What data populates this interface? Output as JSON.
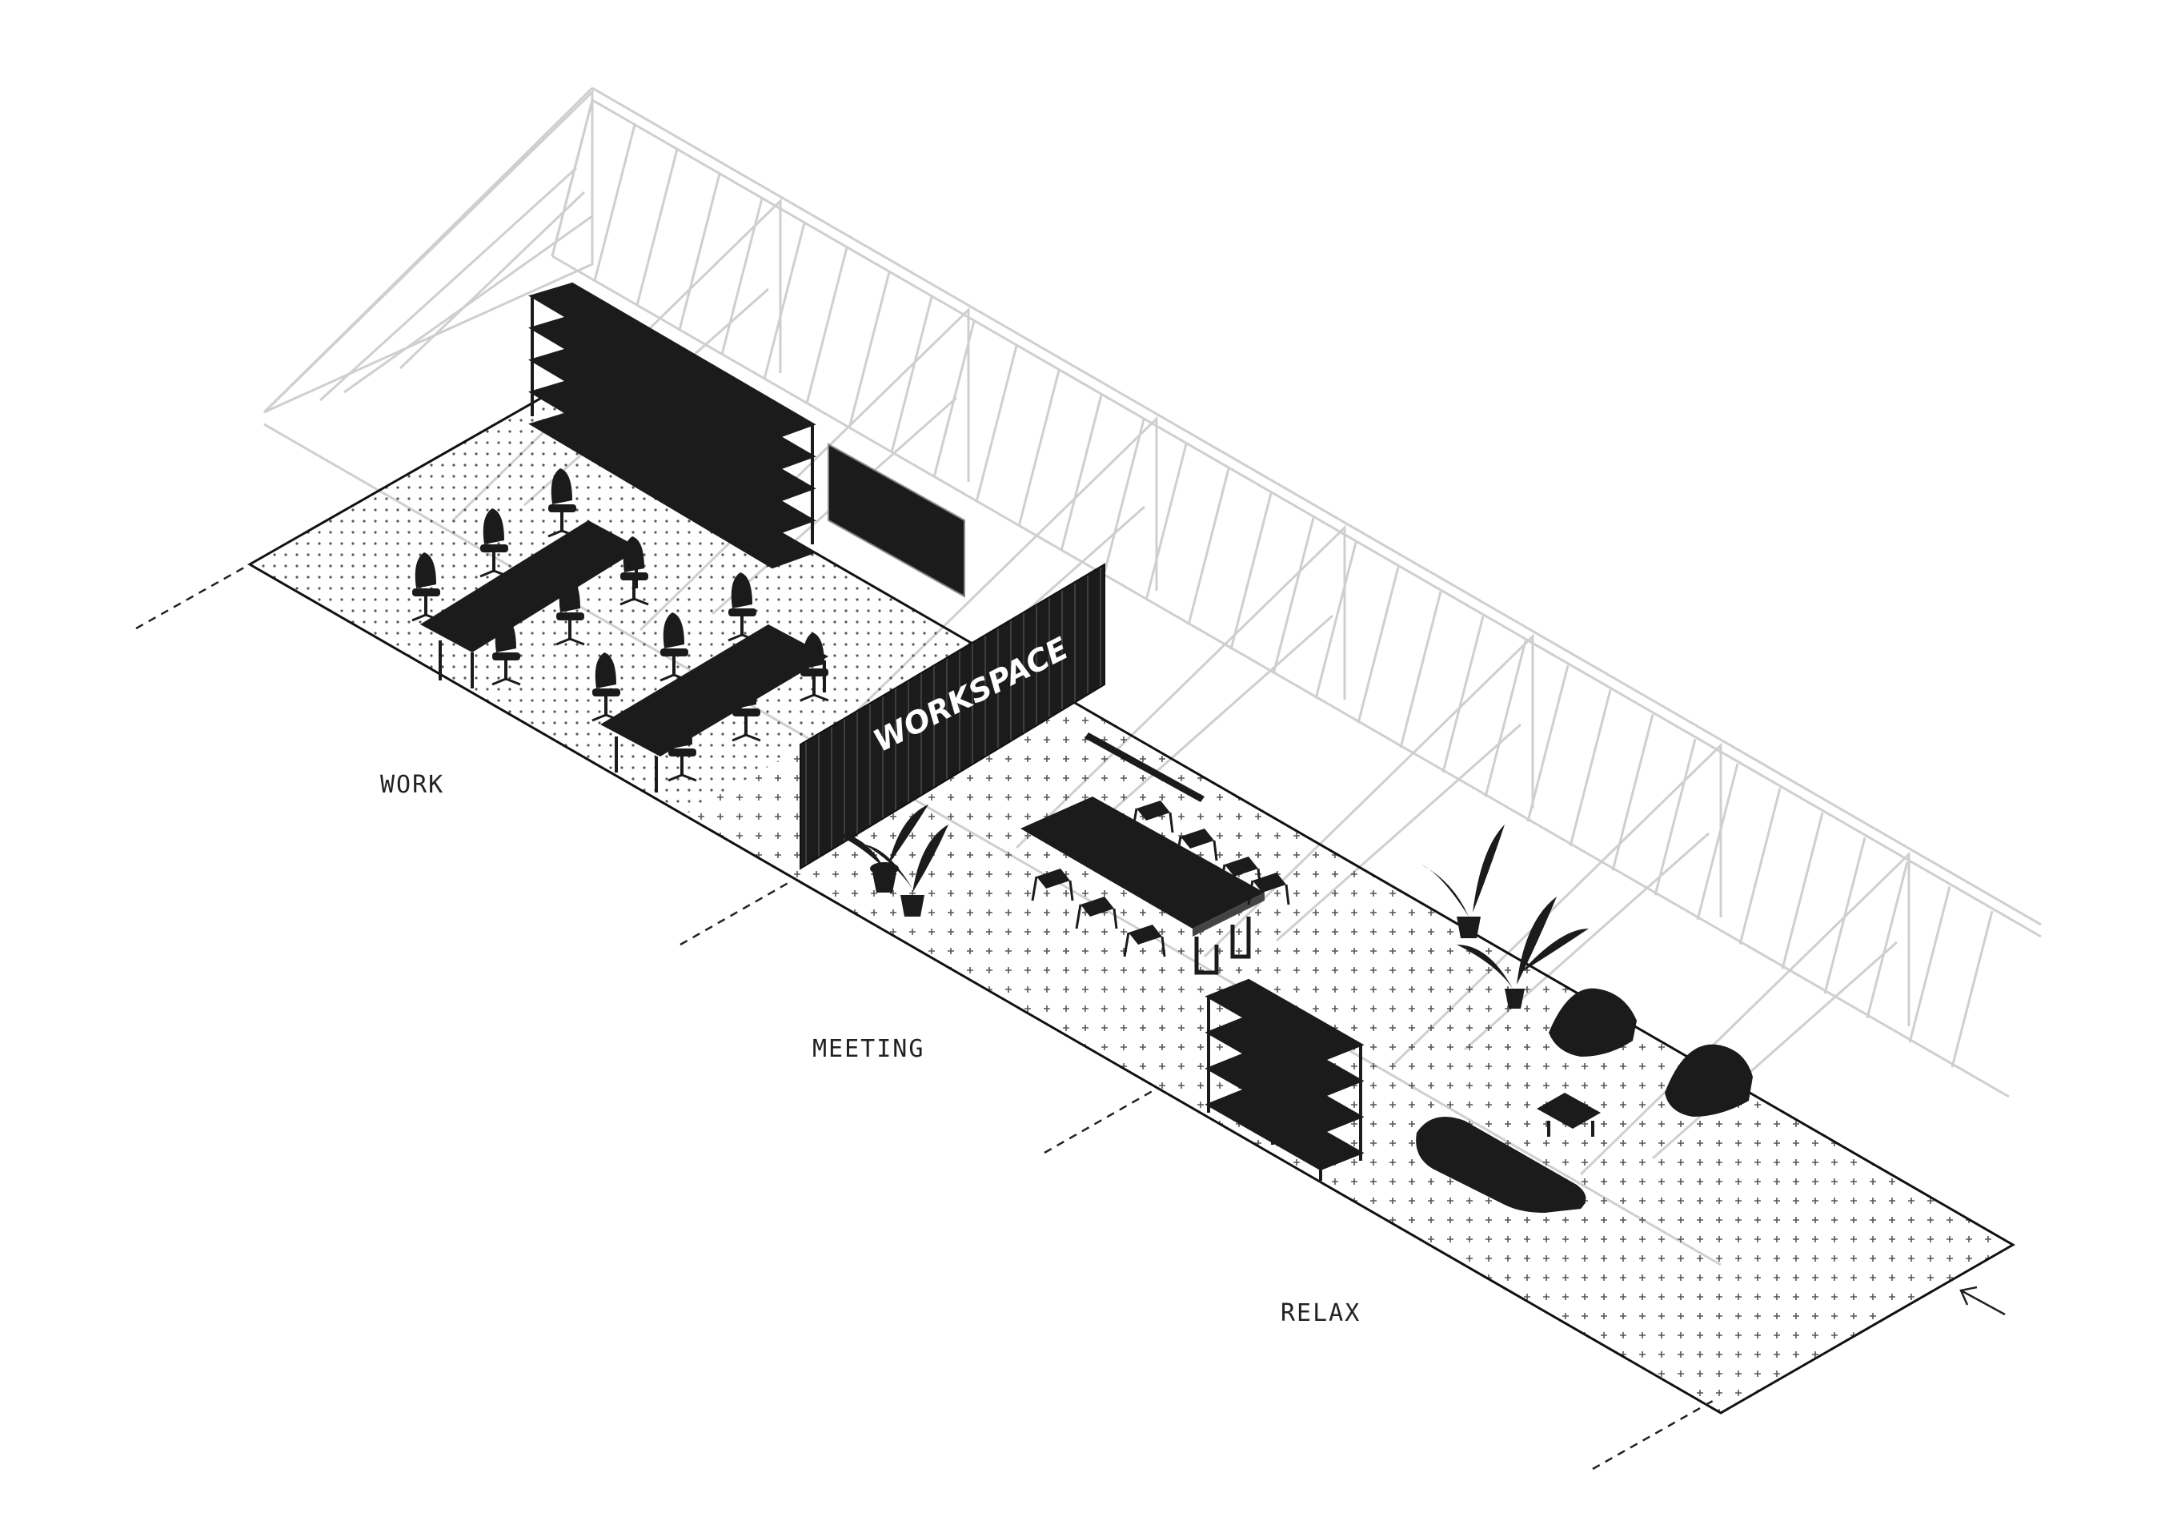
{
  "zones": {
    "work": "WORK",
    "meeting": "MEETING",
    "relax": "RELAX"
  },
  "sign": {
    "text": "WORKSPACE"
  },
  "colors": {
    "furniture": "#1b1b1b",
    "structure": "#cfcfcf",
    "floor_edge": "#111111",
    "floor_texture": "#555555"
  },
  "icons": {
    "entrance": "arrow-up-left-icon"
  }
}
